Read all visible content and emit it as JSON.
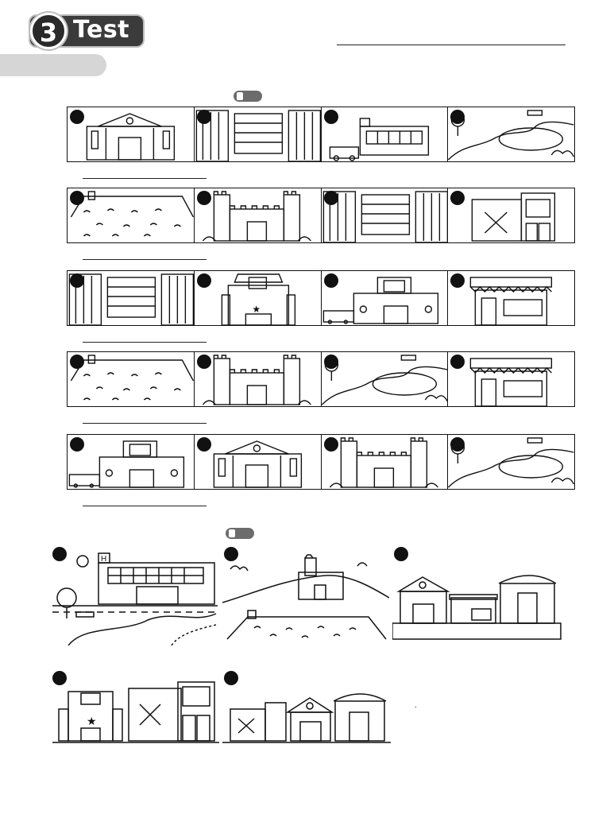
{
  "header": {
    "unit_number": "3",
    "title_word": "Test"
  },
  "exercise1": {
    "icon": "audio-speaker-icon",
    "rows": [
      {
        "cells": [
          "town-hall",
          "library",
          "hospital",
          "park"
        ]
      },
      {
        "cells": [
          "swimming-pool",
          "castle",
          "library",
          "restaurant"
        ]
      },
      {
        "cells": [
          "library",
          "cinema",
          "train-station",
          "shop"
        ]
      },
      {
        "cells": [
          "swimming-pool",
          "castle",
          "park",
          "shop"
        ]
      },
      {
        "cells": [
          "train-station",
          "town-hall",
          "castle",
          "park"
        ]
      }
    ]
  },
  "exercise2": {
    "icon": "audio-speaker-icon",
    "pictures": [
      {
        "scene": "hospital-park-scene"
      },
      {
        "scene": "castle-hill-pool-scene"
      },
      {
        "scene": "town-hall-shop-museum-scene"
      },
      {
        "scene": "cinema-restaurant-scene"
      },
      {
        "scene": "restaurant-town-hall-museum-scene"
      }
    ],
    "stray_mark": "."
  },
  "colors": {
    "ink": "#111111",
    "badge": "#3b3b3b",
    "tab": "#d6d6d6",
    "speaker": "#6c6c6c"
  }
}
